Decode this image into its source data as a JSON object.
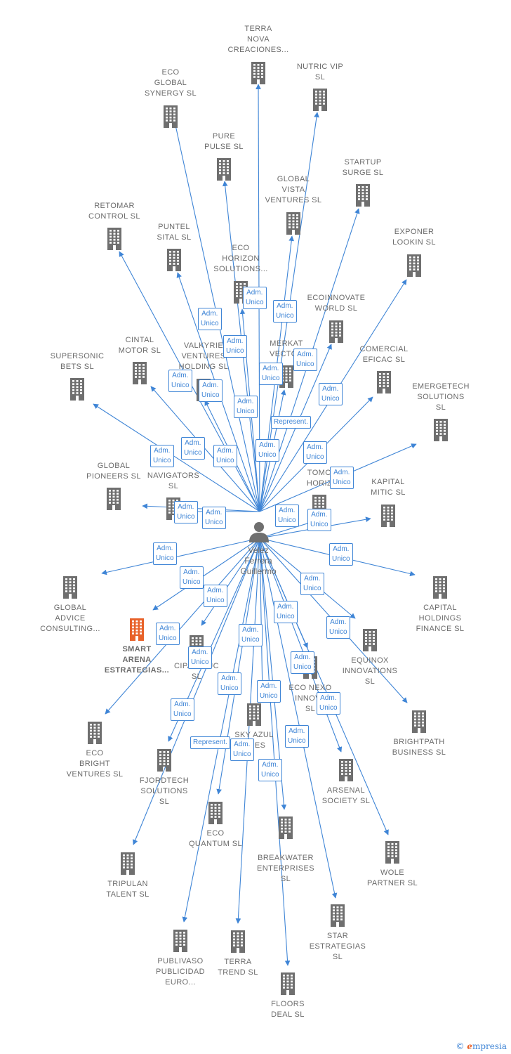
{
  "colors": {
    "edge": "#3f85d6",
    "building": "#6f6f6f",
    "highlight": "#e8622a",
    "text": "#6b6b6b"
  },
  "person": {
    "name": "Velez\nFerrera\nGuillermo",
    "icon": "person-icon"
  },
  "footer": {
    "copyright": "©",
    "brand_initial": "e",
    "brand_rest": "mpresia"
  },
  "companies": [
    {
      "id": "terra-nova",
      "label": "TERRA\nNOVA\nCREACIONES..."
    },
    {
      "id": "nutric-vip",
      "label": "NUTRIC VIP\nSL"
    },
    {
      "id": "eco-global-synergy",
      "label": "ECO\nGLOBAL\nSYNERGY  SL"
    },
    {
      "id": "pure-pulse",
      "label": "PURE\nPULSE  SL"
    },
    {
      "id": "startup-surge",
      "label": "STARTUP\nSURGE  SL"
    },
    {
      "id": "global-vista",
      "label": "GLOBAL\nVISTA\nVENTURES  SL"
    },
    {
      "id": "retomar-control",
      "label": "RETOMAR\nCONTROL  SL"
    },
    {
      "id": "puntel-sital",
      "label": "PUNTEL\nSITAL  SL"
    },
    {
      "id": "exponer-lookin",
      "label": "EXPONER\nLOOKIN  SL"
    },
    {
      "id": "eco-horizon",
      "label": "ECO\nHORIZON\nSOLUTIONS..."
    },
    {
      "id": "ecoinnovate-world",
      "label": "ECOINNOVATE\nWORLD  SL"
    },
    {
      "id": "cintal-motor",
      "label": "CINTAL\nMOTOR  SL"
    },
    {
      "id": "valkyrie",
      "label": "VALKYRIE\nVENTURES\nHOLDING  SL"
    },
    {
      "id": "merkat-vector",
      "label": "MERKAT\nVECTOR"
    },
    {
      "id": "comercial-eficac",
      "label": "COMERCIAL\nEFICAC  SL"
    },
    {
      "id": "supersonic-bets",
      "label": "SUPERSONIC\nBETS  SL"
    },
    {
      "id": "emergetech",
      "label": "EMERGETECH\nSOLUTIONS\nSL"
    },
    {
      "id": "global-pioneers",
      "label": "GLOBAL\nPIONEERS  SL"
    },
    {
      "id": "navigators",
      "label": "NAVIGATORS\nSL"
    },
    {
      "id": "tomo-horiz",
      "label": "TOMO\nHORIZ"
    },
    {
      "id": "kapital-mitic",
      "label": "KAPITAL\nMITIC  SL"
    },
    {
      "id": "global-advice",
      "label": "GLOBAL\nADVICE\nCONSULTING..."
    },
    {
      "id": "capital-holdings",
      "label": "CAPITAL\nHOLDINGS\nFINANCE  SL"
    },
    {
      "id": "smart-arena",
      "label": "SMART\nARENA\nESTRATEGIAS..."
    },
    {
      "id": "cipado",
      "label": "CIPADO      UC\nSL"
    },
    {
      "id": "equinox",
      "label": "EQUINOX\nINNOVATIONS\nSL"
    },
    {
      "id": "eco-nexo",
      "label": "ECO NEXO\nINNOVA\nSL"
    },
    {
      "id": "sky-azul",
      "label": "SKY AZUL\nONES"
    },
    {
      "id": "eco-bright",
      "label": "ECO\nBRIGHT\nVENTURES  SL"
    },
    {
      "id": "brightpath",
      "label": "BRIGHTPATH\nBUSINESS  SL"
    },
    {
      "id": "fjordtech",
      "label": "FJORDTECH\nSOLUTIONS\nSL"
    },
    {
      "id": "arsenal",
      "label": "ARSENAL\nSOCIETY  SL"
    },
    {
      "id": "eco-quantum",
      "label": "ECO\nQUANTUM  SL"
    },
    {
      "id": "breakwater",
      "label": "BREAKWATER\nENTERPRISES\nSL"
    },
    {
      "id": "wole-partner",
      "label": "WOLE\nPARTNER  SL"
    },
    {
      "id": "tripulan-talent",
      "label": "TRIPULAN\nTALENT  SL"
    },
    {
      "id": "star-estrategias",
      "label": "STAR\nESTRATEGIAS\nSL"
    },
    {
      "id": "publivaso",
      "label": "PUBLIVASO\nPUBLICIDAD\nEURO..."
    },
    {
      "id": "terra-trend",
      "label": "TERRA\nTREND  SL"
    },
    {
      "id": "floors-deal",
      "label": "FLOORS\nDEAL  SL"
    }
  ],
  "relations": {
    "adm_unico": "Adm.\nUnico",
    "represent": "Represent."
  }
}
